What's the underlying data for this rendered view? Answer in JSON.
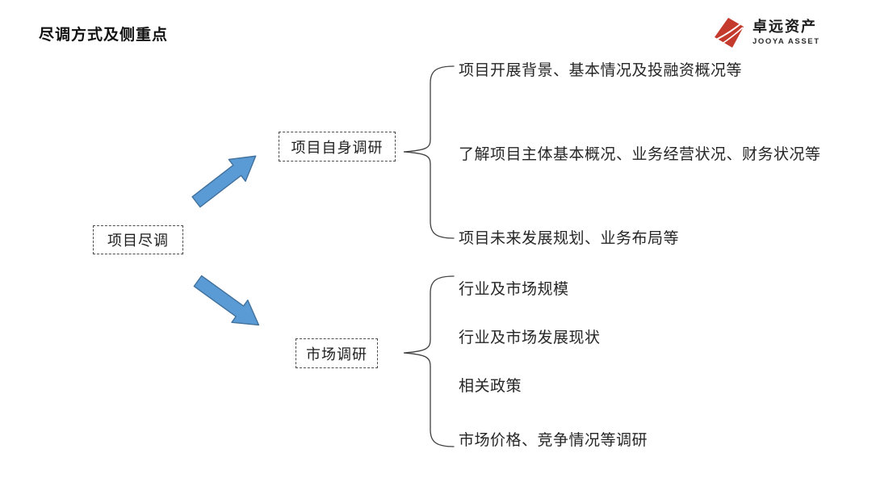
{
  "page": {
    "title": "尽调方式及侧重点"
  },
  "logo": {
    "name_cn": "卓远资产",
    "name_en": "JOOYA ASSET"
  },
  "colors": {
    "arrow_fill": "#5B9BD5",
    "arrow_stroke": "#41719C",
    "line": "#3f3f3f",
    "logo_red": "#C43B2D",
    "text": "#1f1f1f"
  },
  "diagram": {
    "root": {
      "label": "项目尽调"
    },
    "branches": [
      {
        "label": "项目自身调研",
        "items": [
          "项目开展背景、基本情况及投融资概况等",
          "了解项目主体基本概况、业务经营状况、财务状况等",
          "项目未来发展规划、业务布局等"
        ]
      },
      {
        "label": "市场调研",
        "items": [
          "行业及市场规模",
          "行业及市场发展现状",
          "相关政策",
          "市场价格、竞争情况等调研"
        ]
      }
    ]
  }
}
